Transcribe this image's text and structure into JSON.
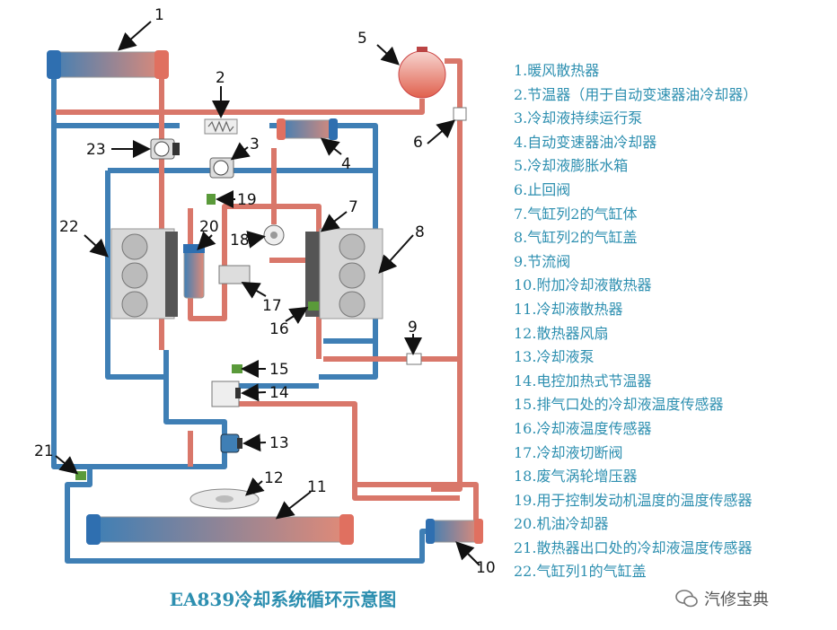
{
  "title": "EA839冷却系统循环示意图",
  "watermark": "汽修宝典",
  "legend": [
    "1.暖风散热器",
    "2.节温器（用于自动变速器油冷却器）",
    "3.冷却液持续运行泵",
    "4.自动变速器油冷却器",
    "5.冷却液膨胀水箱",
    "6.止回阀",
    "7.气缸列2的气缸体",
    "8.气缸列2的气缸盖",
    "9.节流阀",
    "10.附加冷却液散热器",
    "11.冷却液散热器",
    "12.散热器风扇",
    "13.冷却液泵",
    "14.电控加热式节温器",
    "15.排气口处的冷却液温度传感器",
    "16.冷却液温度传感器",
    "17.冷却液切断阀",
    "18.废气涡轮增压器",
    "19.用于控制发动机温度的温度传感器",
    "20.机油冷却器",
    "21.散热器出口处的冷却液温度传感器",
    "22.气缸列1的气缸盖"
  ],
  "callouts": [
    "1",
    "2",
    "3",
    "4",
    "5",
    "6",
    "7",
    "8",
    "9",
    "10",
    "11",
    "12",
    "13",
    "14",
    "15",
    "16",
    "17",
    "18",
    "19",
    "20",
    "21",
    "22",
    "23"
  ],
  "colors": {
    "hot": "#d9776a",
    "cold": "#3f7fb5",
    "text": "#2d8fb0"
  }
}
